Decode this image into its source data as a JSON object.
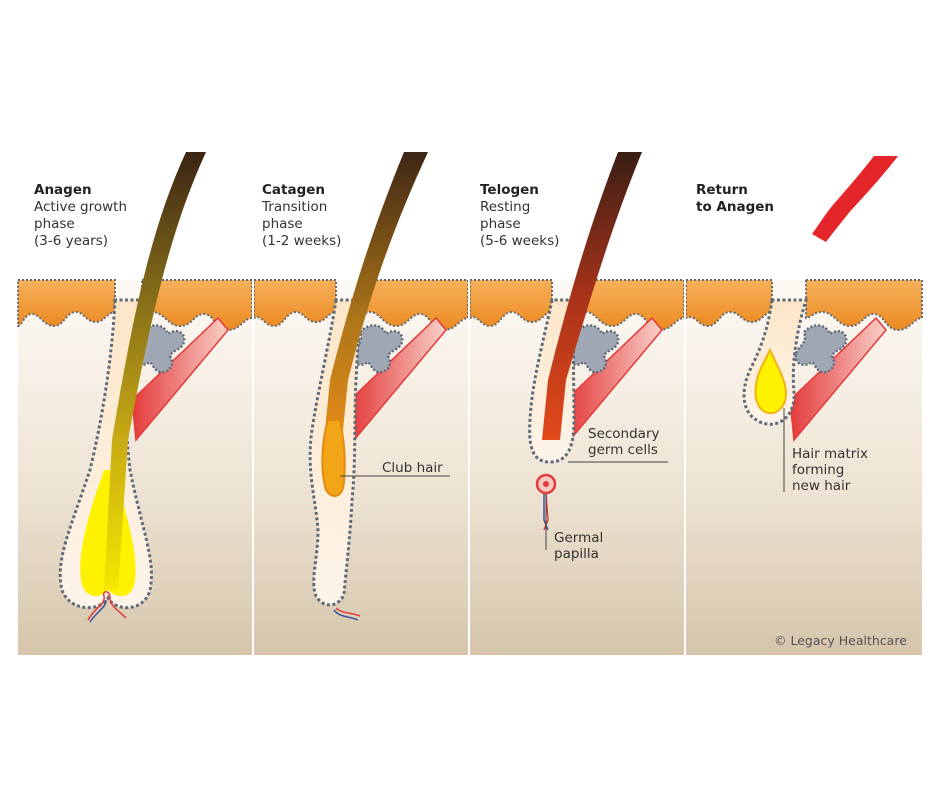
{
  "phases": [
    {
      "title": "Anagen",
      "lines": [
        "Active growth",
        "phase",
        "(3-6 years)"
      ]
    },
    {
      "title": "Catagen",
      "lines": [
        "Transition",
        "phase",
        "(1-2 weeks)"
      ]
    },
    {
      "title": "Telogen",
      "lines": [
        "Resting",
        "phase",
        "(5-6 weeks)"
      ]
    },
    {
      "title": "Return",
      "lines": [
        "to Anagen"
      ]
    }
  ],
  "annotations": {
    "club_hair": "Club hair",
    "secondary_germ": [
      "Secondary",
      "germ cells"
    ],
    "germal_papilla": [
      "Germal",
      "papilla"
    ],
    "hair_matrix": [
      "Hair matrix",
      "forming",
      "new hair"
    ]
  },
  "copyright": "© Legacy Healthcare",
  "colors": {
    "epidermis": "#f0922e",
    "dermis_top": "#fdf9f3",
    "dermis_bottom": "#d9c9b0",
    "follicle_outline": "#5f6a78",
    "sebaceous_gland": "#9ea6b3",
    "muscle": "#e23b3b",
    "bulb": "#fff200",
    "hair_tip": "#3b2413",
    "telogen_hair": "#b5321a",
    "new_hair": "#e4262b"
  }
}
